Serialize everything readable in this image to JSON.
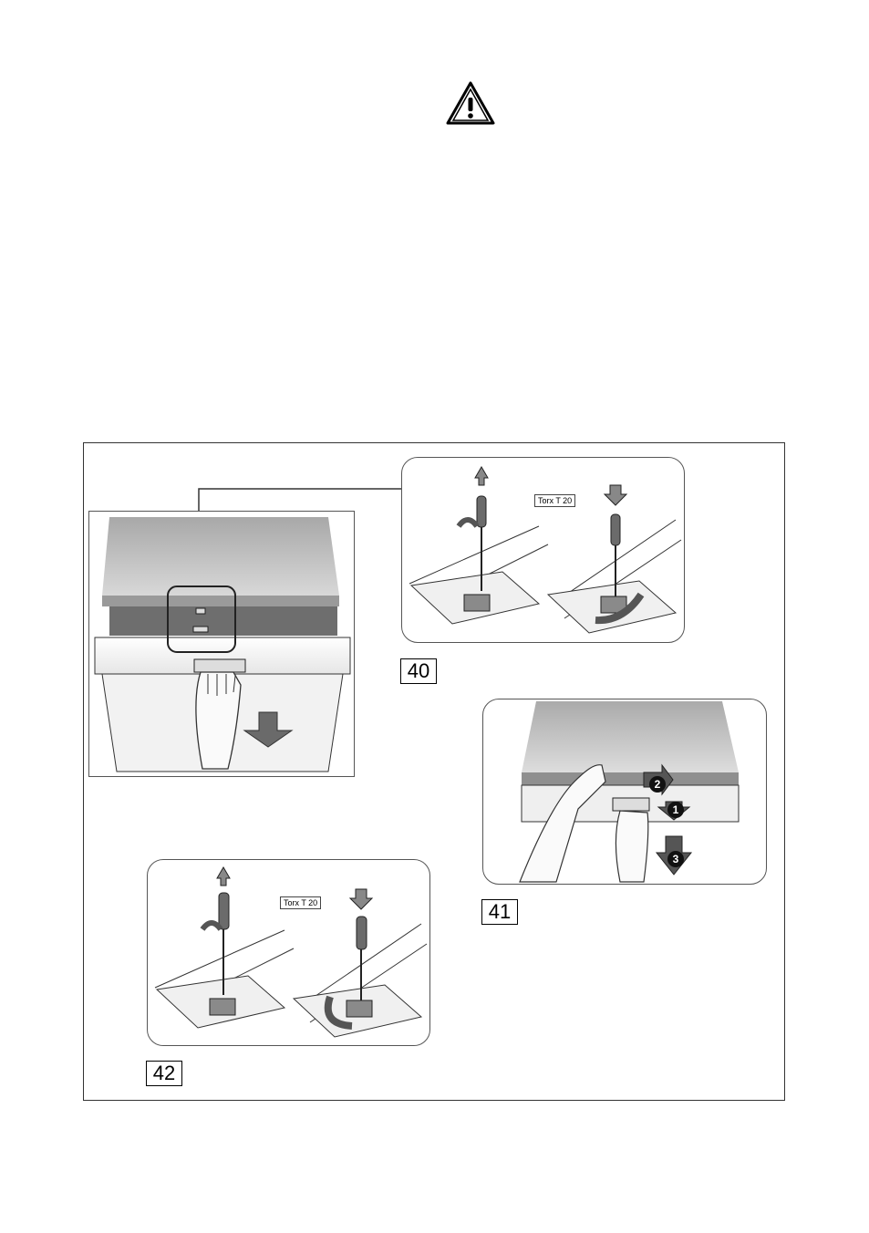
{
  "warning": {
    "icon": "warning-triangle-icon"
  },
  "figures": [
    {
      "number": "40",
      "tool_label": "Torx T 20"
    },
    {
      "number": "41"
    },
    {
      "number": "42",
      "tool_label": "Torx T 20"
    }
  ],
  "steps": [
    "1",
    "2",
    "3"
  ],
  "colors": {
    "line": "#222222",
    "gray_light": "#cfcfcf",
    "gray_mid": "#8a8a8a",
    "gray_dark": "#555555"
  }
}
